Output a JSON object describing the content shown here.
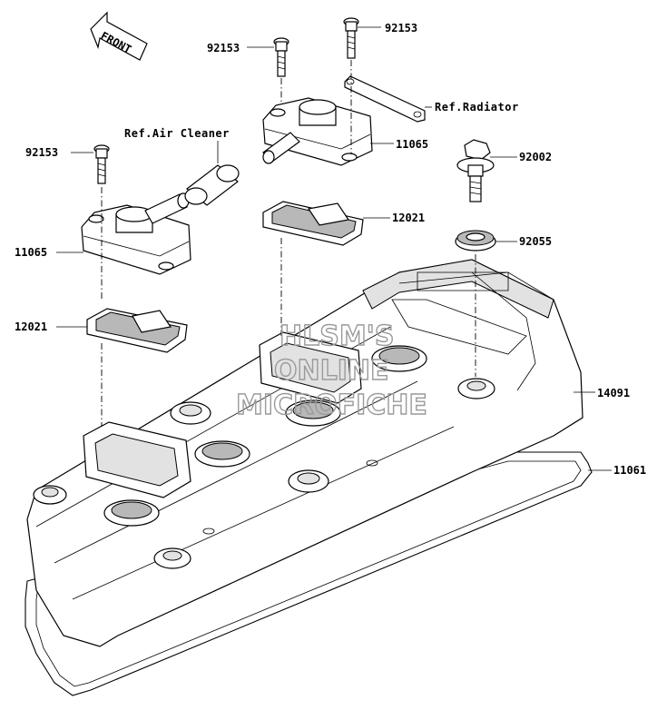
{
  "orientation": {
    "label": "FRONT",
    "icon": "front-arrow-icon"
  },
  "watermark": {
    "line1": "HLSM'S",
    "line2": "ONLINE",
    "line3": "MICROFICHE"
  },
  "references": {
    "air_cleaner": "Ref.Air Cleaner",
    "radiator": "Ref.Radiator"
  },
  "parts": {
    "bolt_top_left": "92153",
    "bolt_top_mid": "92153",
    "bolt_top_right": "92153",
    "cover_left": "11065",
    "cover_right": "11065",
    "reed_left": "12021",
    "reed_right": "12021",
    "bolt_flange": "92002",
    "grommet": "92055",
    "head_cover": "14091",
    "gasket": "11061"
  }
}
